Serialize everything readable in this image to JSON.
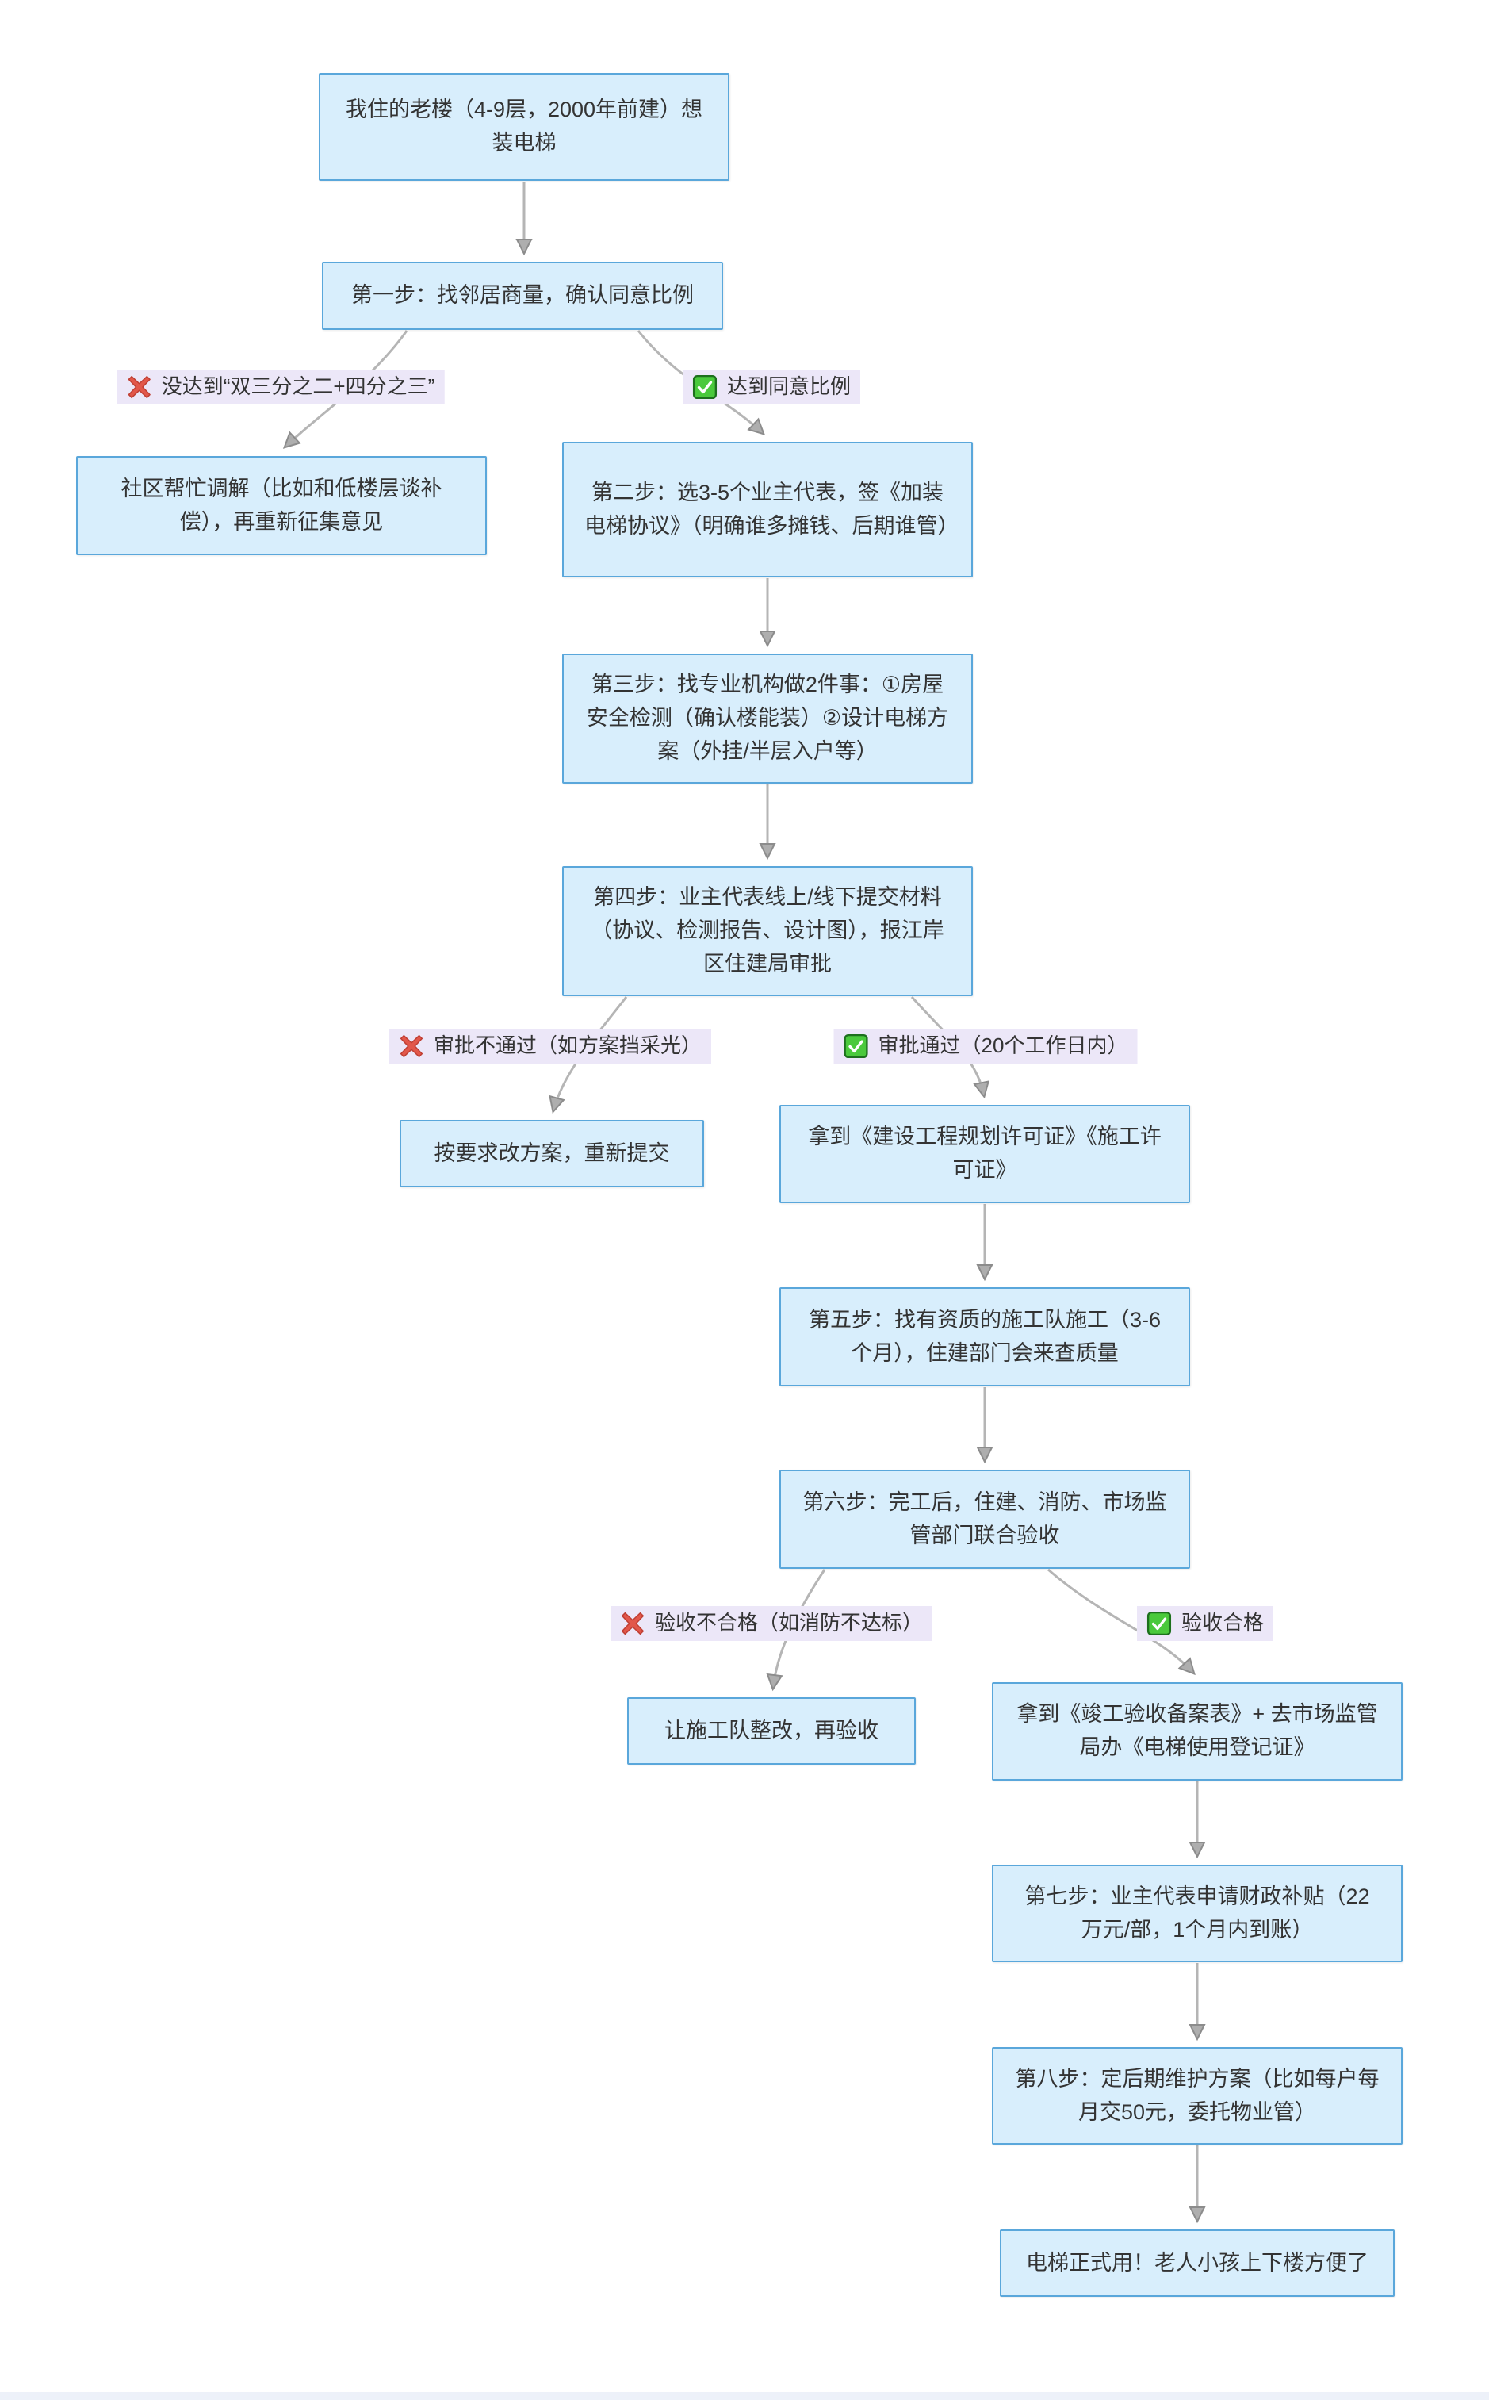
{
  "diagram": {
    "title_hint": "老楼加装电梯流程图",
    "nodes": [
      {
        "id": "start",
        "label": "我住的老楼（4-9层，2000年前建）想装电梯"
      },
      {
        "id": "step1",
        "label": "第一步：找邻居商量，确认同意比例"
      },
      {
        "id": "mediation",
        "label": "社区帮忙调解（比如和低楼层谈补偿），再重新征集意见"
      },
      {
        "id": "step2",
        "label": "第二步：选3-5个业主代表，签《加装电梯协议》（明确谁多摊钱、后期谁管）"
      },
      {
        "id": "step3",
        "label": "第三步：找专业机构做2件事：①房屋安全检测（确认楼能装）②设计电梯方案（外挂/半层入户等）"
      },
      {
        "id": "step4",
        "label": "第四步：业主代表线上/线下提交材料（协议、检测报告、设计图），报江岸区住建局审批"
      },
      {
        "id": "revise-plan",
        "label": "按要求改方案，重新提交"
      },
      {
        "id": "permits",
        "label": "拿到《建设工程规划许可证》《施工许可证》"
      },
      {
        "id": "step5",
        "label": "第五步：找有资质的施工队施工（3-6个月），住建部门会来查质量"
      },
      {
        "id": "step6",
        "label": "第六步：完工后，住建、消防、市场监管部门联合验收"
      },
      {
        "id": "rectify",
        "label": "让施工队整改，再验收"
      },
      {
        "id": "filing",
        "label": "拿到《竣工验收备案表》+ 去市场监管局办《电梯使用登记证》"
      },
      {
        "id": "step7",
        "label": "第七步：业主代表申请财政补贴（22万元/部，1个月内到账）"
      },
      {
        "id": "step8",
        "label": "第八步：定后期维护方案（比如每户每月交50元，委托物业管）"
      },
      {
        "id": "done",
        "label": "电梯正式用！老人小孩上下楼方便了"
      }
    ],
    "edge_labels": [
      {
        "icon": "cross-icon",
        "text": "没达到“双三分之二+四分之三”"
      },
      {
        "icon": "check-icon",
        "text": "达到同意比例"
      },
      {
        "icon": "cross-icon",
        "text": "审批不通过（如方案挡采光）"
      },
      {
        "icon": "check-icon",
        "text": "审批通过（20个工作日内）"
      },
      {
        "icon": "cross-icon",
        "text": "验收不合格（如消防不达标）"
      },
      {
        "icon": "check-icon",
        "text": "验收合格"
      }
    ],
    "colors": {
      "node_fill": "#d8eefc",
      "node_border": "#5aa7db",
      "node_text": "#333333",
      "edge_label_bg": "#ece7f8",
      "arrow": "#b5b5b5",
      "cross_red": "#e2574a",
      "check_green": "#4ac93c",
      "footer_strip": "#edf1f9"
    }
  }
}
